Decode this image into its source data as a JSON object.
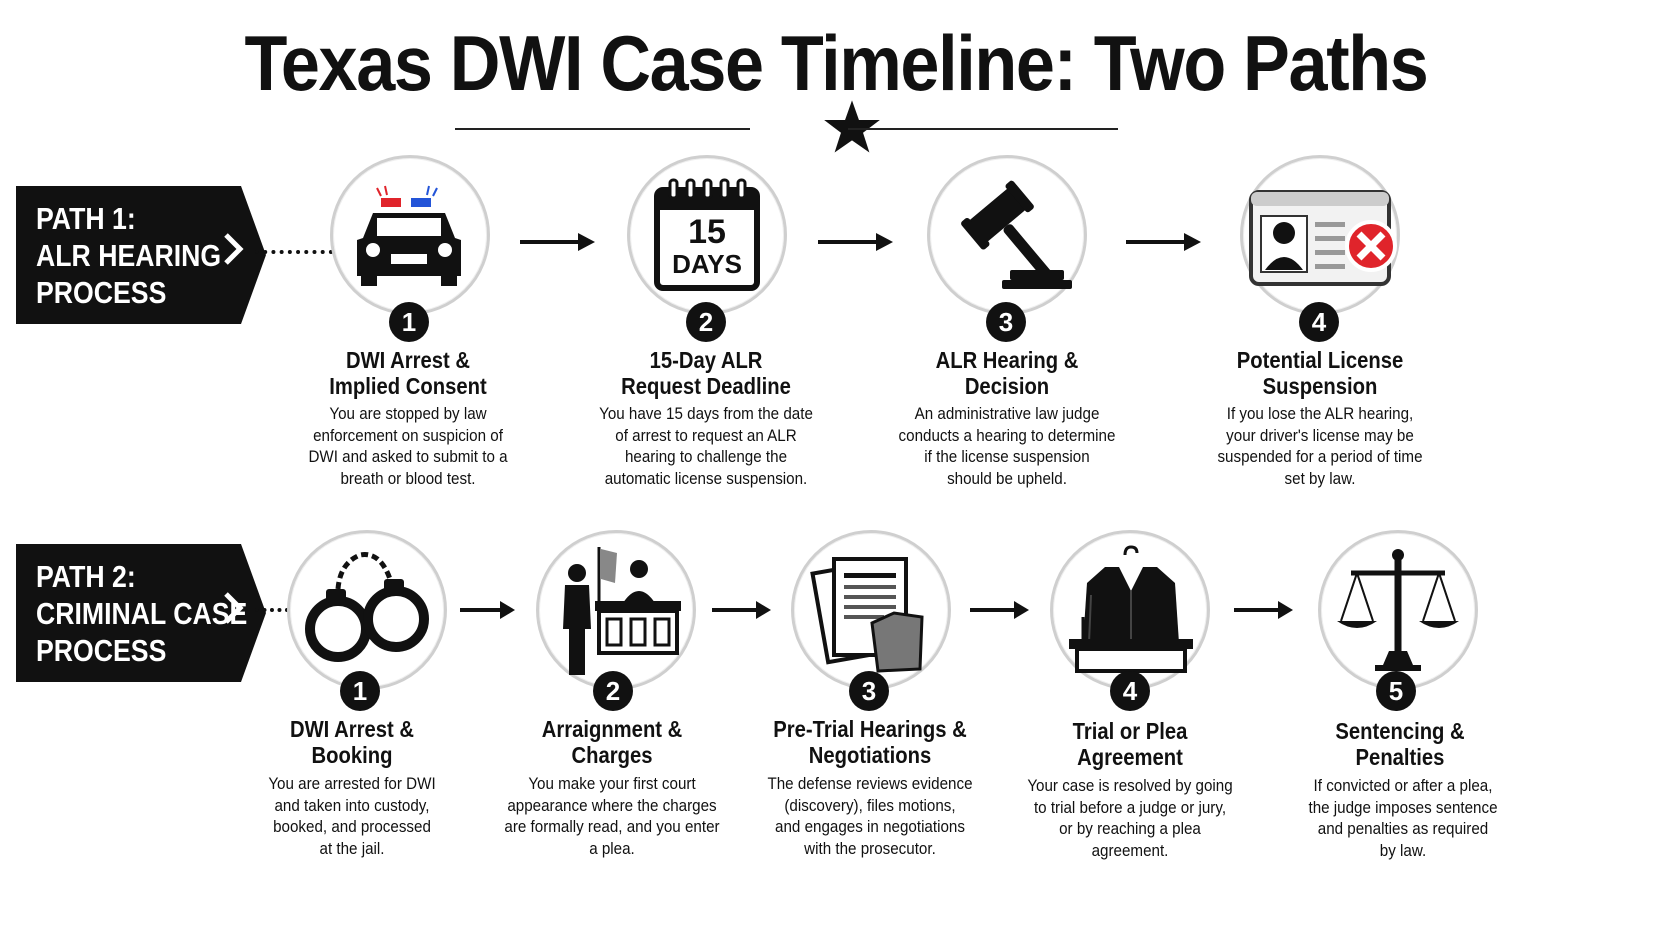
{
  "title": "Texas DWI Case Timeline: Two Paths",
  "path1": {
    "label_lines": [
      "PATH 1:",
      "ALR HEARING",
      "PROCESS"
    ],
    "steps": [
      {
        "number": "1",
        "icon": "police-car-icon",
        "title_lines": [
          "DWI Arrest &",
          "Implied Consent"
        ],
        "desc_lines": [
          "You are stopped by law",
          "enforcement on suspicion of",
          "DWI and asked to submit to a",
          "breath or blood test."
        ]
      },
      {
        "number": "2",
        "icon": "calendar-icon",
        "calendar_text_1": "15",
        "calendar_text_2": "DAYS",
        "title_lines": [
          "15-Day ALR",
          "Request Deadline"
        ],
        "desc_lines": [
          "You have 15 days from the date",
          "of arrest to request an ALR",
          "hearing to challenge the",
          "automatic license suspension."
        ]
      },
      {
        "number": "3",
        "icon": "gavel-icon",
        "title_lines": [
          "ALR Hearing &",
          "Decision"
        ],
        "desc_lines": [
          "An administrative law judge",
          "conducts a hearing to determine",
          "if the license suspension",
          "should be upheld."
        ]
      },
      {
        "number": "4",
        "icon": "license-revoked-icon",
        "title_lines": [
          "Potential License",
          "Suspension"
        ],
        "desc_lines": [
          "If you lose the ALR hearing,",
          "your driver's license may be",
          "suspended for a period of time",
          "set by law."
        ]
      }
    ]
  },
  "path2": {
    "label_lines": [
      "PATH 2:",
      "CRIMINAL CASE",
      "PROCESS"
    ],
    "steps": [
      {
        "number": "1",
        "icon": "handcuffs-icon",
        "title_lines": [
          "DWI Arrest &",
          "Booking"
        ],
        "desc_lines": [
          "You are arrested for DWI",
          "and taken into custody,",
          "booked, and processed",
          "at the jail."
        ]
      },
      {
        "number": "2",
        "icon": "courtroom-icon",
        "title_lines": [
          "Arraignment &",
          "Charges"
        ],
        "desc_lines": [
          "You make your first court",
          "appearance where the charges",
          "are formally read, and you enter",
          "a plea."
        ]
      },
      {
        "number": "3",
        "icon": "documents-icon",
        "title_lines": [
          "Pre-Trial Hearings &",
          "Negotiations"
        ],
        "desc_lines": [
          "The defense reviews evidence",
          "(discovery), files motions,",
          "and engages in negotiations",
          "with the prosecutor."
        ]
      },
      {
        "number": "4",
        "icon": "judge-robe-icon",
        "title_lines": [
          "Trial or Plea",
          "Agreement"
        ],
        "desc_lines": [
          "Your case is resolved by going",
          "to trial before a judge or jury,",
          "or by reaching a plea",
          "agreement."
        ]
      },
      {
        "number": "5",
        "icon": "scales-icon",
        "title_lines": [
          "Sentencing &",
          "Penalties"
        ],
        "desc_lines": [
          "If convicted or after a plea,",
          "the judge imposes sentence",
          "and penalties as required",
          "by law."
        ]
      }
    ]
  }
}
